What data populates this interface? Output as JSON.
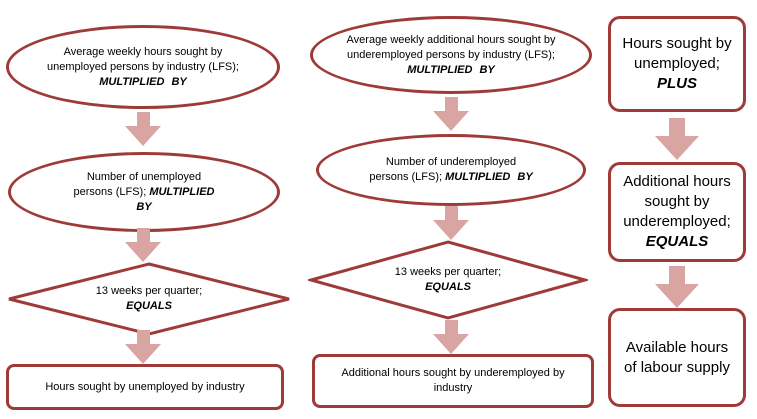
{
  "palette": {
    "border": "#9e3b38",
    "arrow": "#d9a5a2",
    "text": "#000000",
    "bg": "#ffffff"
  },
  "columns": [
    {
      "name": "unemployed-hours-flow",
      "nodes": [
        {
          "shape": "ellipse",
          "text": "Average weekly hours sought by unemployed persons by industry (LFS); ",
          "emphasis": "MULTIPLIED BY"
        },
        {
          "shape": "ellipse",
          "text": "Number of unemployed persons (LFS); ",
          "emphasis": "MULTIPLIED BY"
        },
        {
          "shape": "diamond",
          "text": "13 weeks per quarter;",
          "emphasis": "EQUALS"
        },
        {
          "shape": "rect",
          "text": "Hours sought by unemployed by industry"
        }
      ]
    },
    {
      "name": "underemployed-hours-flow",
      "nodes": [
        {
          "shape": "ellipse",
          "text": "Average weekly additional hours sought by underemployed persons by industry (LFS); ",
          "emphasis": "MULTIPLIED BY"
        },
        {
          "shape": "ellipse",
          "text": "Number of underemployed persons (LFS); ",
          "emphasis": "MULTIPLIED BY"
        },
        {
          "shape": "diamond",
          "text": "13 weeks per quarter;",
          "emphasis": "EQUALS"
        },
        {
          "shape": "rect",
          "text": "Additional hours sought by underemployed by industry"
        }
      ]
    },
    {
      "name": "labour-supply-summary-flow",
      "nodes": [
        {
          "shape": "rounded-box",
          "text": "Hours sought by unemployed;",
          "emphasis": "PLUS"
        },
        {
          "shape": "rounded-box",
          "text": "Additional hours sought by underemployed;",
          "emphasis": "EQUALS"
        },
        {
          "shape": "rounded-box",
          "text": "Available hours of labour supply"
        }
      ]
    }
  ]
}
